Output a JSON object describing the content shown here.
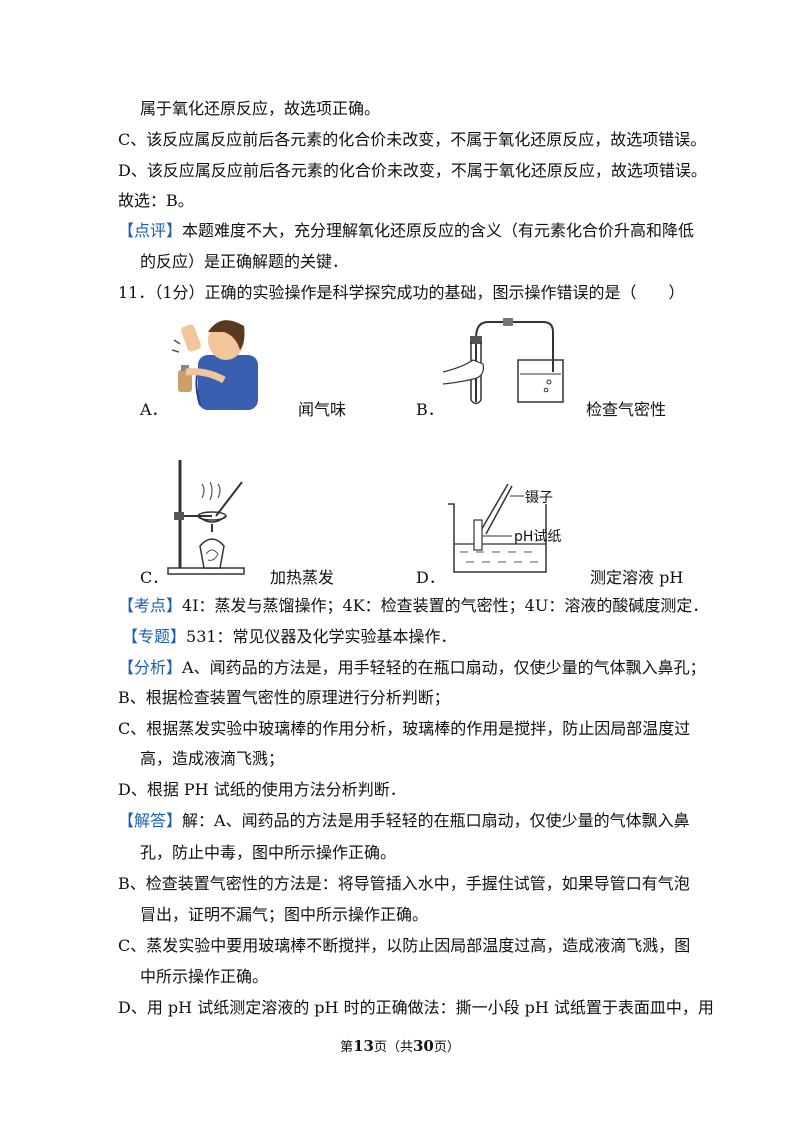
{
  "lines": {
    "l1": "属于氧化还原反应，故选项正确。",
    "l2": "C、该反应属反应前后各元素的化合价未改变，不属于氧化还原反应，故选项错误。",
    "l3": "D、该反应属反应前后各元素的化合价未改变，不属于氧化还原反应，故选项错误。",
    "l4": "故选：B。",
    "dianping_tag": "【点评】",
    "dianping_1": "本题难度不大，充分理解氧化还原反应的含义（有元素化合价升高和降低",
    "dianping_2": "的反应）是正确解题的关键．",
    "q11": "11．（1分）正确的实验操作是科学探究成功的基础，图示操作错误的是（　　）"
  },
  "options": {
    "a_letter": "A．",
    "a_text": "闻气味",
    "b_letter": "B．",
    "b_text": "检查气密性",
    "c_letter": "C．",
    "c_text": "加热蒸发",
    "d_letter": "D．",
    "d_text": "测定溶液 pH",
    "d_label_tweezers": "镊子",
    "d_label_paper": "pH试纸"
  },
  "kaodian": {
    "tag": "【考点】",
    "text": "4I：蒸发与蒸馏操作；4K：检查装置的气密性；4U：溶液的酸碱度测定．"
  },
  "zhuanti": {
    "tag": "【专题】",
    "text": "531：常见仪器及化学实验基本操作．"
  },
  "fenxi": {
    "tag": "【分析】",
    "a": "A、闻药品的方法是，用手轻轻的在瓶口扇动，仅使少量的气体飘入鼻孔；",
    "b": "B、根据检查装置气密性的原理进行分析判断；",
    "c1": "C、根据蒸发实验中玻璃棒的作用分析，玻璃棒的作用是搅拌，防止因局部温度过",
    "c2": "高，造成液滴飞溅；",
    "d": "D、根据 PH 试纸的使用方法分析判断．"
  },
  "jieda": {
    "tag": "【解答】",
    "a1": "解：A、闻药品的方法是用手轻轻的在瓶口扇动，仅使少量的气体飘入鼻",
    "a2": "孔，防止中毒，图中所示操作正确。",
    "b1": "B、检查装置气密性的方法是：将导管插入水中，手握住试管，如果导管口有气泡",
    "b2": "冒出，证明不漏气；图中所示操作正确。",
    "c1": "C、蒸发实验中要用玻璃棒不断搅拌，以防止因局部温度过高，造成液滴飞溅，图",
    "c2": "中所示操作正确。",
    "d1": "D、用 pH 试纸测定溶液的 pH 时的正确做法：撕一小段 pH 试纸置于表面皿中，用"
  },
  "footer": {
    "prefix": "第",
    "page": "13",
    "mid": "页（共",
    "total": "30",
    "suffix": "页）"
  }
}
